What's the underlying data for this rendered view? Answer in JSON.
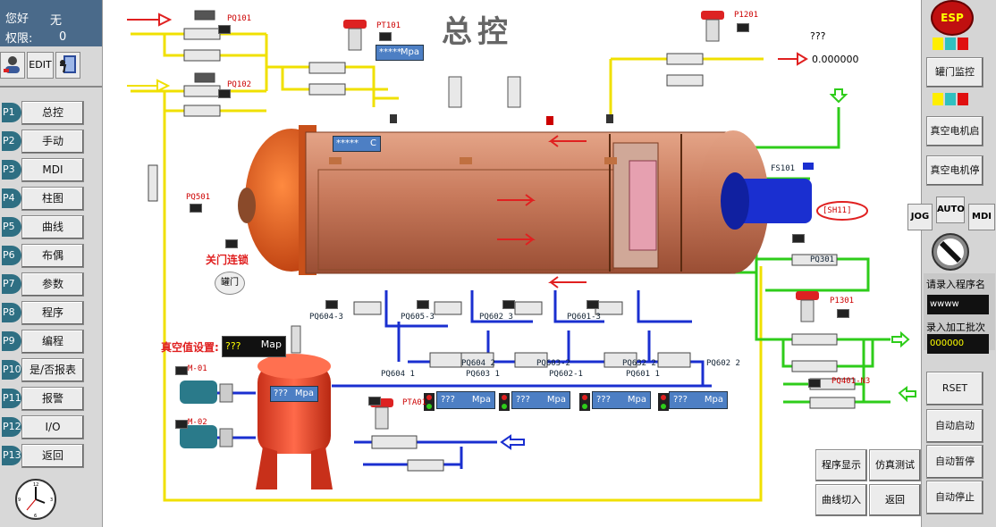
{
  "user": {
    "name_label": "您好",
    "name_value": "无",
    "perm_label": "权限:",
    "perm_value": "0"
  },
  "toolbar": {
    "edit_label": "EDIT"
  },
  "nav": [
    {
      "code": "P1",
      "label": "总控"
    },
    {
      "code": "P2",
      "label": "手动"
    },
    {
      "code": "P3",
      "label": "MDI"
    },
    {
      "code": "P4",
      "label": "柱图"
    },
    {
      "code": "P5",
      "label": "曲线"
    },
    {
      "code": "P6",
      "label": "布偶"
    },
    {
      "code": "P7",
      "label": "参数"
    },
    {
      "code": "P8",
      "label": "程序"
    },
    {
      "code": "P9",
      "label": "编程"
    },
    {
      "code": "P10",
      "label": "是/否报表"
    },
    {
      "code": "P11",
      "label": "报警"
    },
    {
      "code": "P12",
      "label": "I/O"
    },
    {
      "code": "P13",
      "label": "返回"
    }
  ],
  "main": {
    "title": "总控",
    "tags": {
      "pq101": "PQ101",
      "pq102": "PQ102",
      "pt101": "PT101",
      "p1201": "P1201",
      "pq501": "PQ501",
      "fs101": "FS101",
      "sh11": "[SH11]",
      "pq301": "PQ301",
      "p1301": "P1301",
      "pq401": "PQ401-N3",
      "pq604_3": "PQ604-3",
      "pq605_3": "PQ605-3",
      "pq602_3": "PQ602 3",
      "pq601_3": "PQ601-3",
      "pq604_1": "PQ604 1",
      "pq604_2": "PQ604 2",
      "pq603_1": "PQ603 1",
      "pq603_2": "PQ603-2",
      "pq602_1": "PQ602-1",
      "pq632_2": "PQ632 2",
      "pq601_1": "PQ601 1",
      "pq602_2": "PQ602 2",
      "pta01": "PTA01",
      "m01": "M-01",
      "m02": "M-02"
    },
    "pt101_value": "*****",
    "pt101_unit": "Mpa",
    "temp_value": "*****",
    "temp_unit": "C",
    "p1201_value": "???",
    "outlet_value": "0.000000",
    "door_lock_label": "关门连锁",
    "door_button": "罐门",
    "vacuum_label": "真空值设置:",
    "vacuum_value": "???",
    "vacuum_unit": "Map",
    "tank_value": "???",
    "tank_unit": "Mpa",
    "vals": [
      {
        "value": "???",
        "unit": "Mpa"
      },
      {
        "value": "???",
        "unit": "Mpa"
      },
      {
        "value": "???",
        "unit": "Mpa"
      },
      {
        "value": "???",
        "unit": "Mpa"
      }
    ],
    "bottom_buttons": {
      "prog_display": "程序显示",
      "sim_test": "仿真测试",
      "curve_switch": "曲线切入",
      "back": "返回"
    }
  },
  "right": {
    "esp": "ESP",
    "door_monitor": "罐门监控",
    "vac_motor_start": "真空电机启",
    "vac_motor_stop": "真空电机停",
    "jog": "JOG",
    "auto": "AUTO",
    "mdi": "MDI",
    "prog_name_label": "请录入程序名",
    "prog_name_value": "wwww",
    "batch_label": "录入加工批次",
    "batch_value": "000000",
    "rset": "RSET",
    "auto_start": "自动启动",
    "auto_pause": "自动暂停",
    "auto_stop": "自动停止"
  },
  "colors": {
    "vessel": "#c8745a",
    "pipe_yellow": "#f0e000",
    "pipe_green": "#2ecc1a",
    "pipe_blue": "#1a2fd0",
    "arrow_red": "#e02020",
    "accent_blue": "#4d7fc4"
  }
}
